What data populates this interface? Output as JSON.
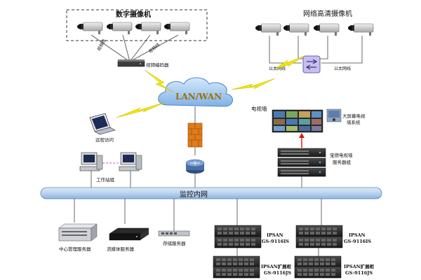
{
  "titles": {
    "digital_cameras": "数字摄像机",
    "network_hd_cameras": "网络高清摄像机"
  },
  "links": {
    "cam_link_1": "视频线",
    "cam_link_2": "视频线",
    "eth_left": "以太网线",
    "eth_right": "以太网线"
  },
  "devices": {
    "video_encoder": "视频编码器",
    "remote_access": "远程访问",
    "workstation_group": "工作站组",
    "tv_wall": "电视墙",
    "big_screen_system_l1": "大屏幕电视",
    "big_screen_system_l2": "墙系统",
    "tv_wall_server_l1": "宝德电视墙",
    "tv_wall_server_l2": "服务器组",
    "central_mgmt_server": "中心管理服务器",
    "streaming_server": "流媒体服务器",
    "storage_server": "存储服务器",
    "ipsan_1_title": "IPSAN",
    "ipsan_1_model": "GS-9116IS",
    "ipsan_2_title": "IPSAN",
    "ipsan_2_model": "GS-9116IS",
    "ipsan_ext_1_title": "IPSAN扩展柜",
    "ipsan_ext_1_model": "GS-9116JS",
    "ipsan_ext_2_title": "IPSAN扩展柜",
    "ipsan_ext_2_model": "GS-9116JS"
  },
  "network": {
    "cloud_label": "LAN/WAN",
    "bus_label": "监控内网"
  },
  "colors": {
    "bus_fill": "#b9d3ee",
    "bus_stroke": "#5a83b8",
    "cloud_fill": "#9fc7f0",
    "lightning": "#f2e600",
    "firewall": "#e07b1a",
    "router": "#4a6fa5"
  }
}
